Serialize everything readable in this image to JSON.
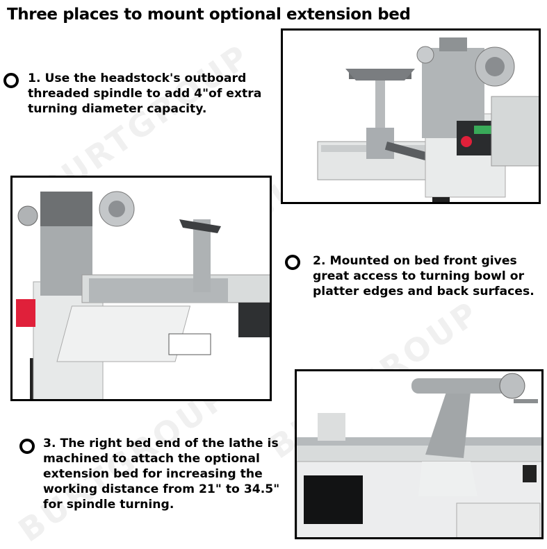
{
  "title": "Three places to mount optional extension bed",
  "points": [
    {
      "lines": [
        "1. Use the headstock's outboard",
        "threaded spindle to add 4\"of extra",
        "turning diameter capacity."
      ]
    },
    {
      "lines": [
        "2.  Mounted on bed front gives",
        "great access to turning bowl or",
        "platter edges and back surfaces."
      ]
    },
    {
      "lines": [
        "3.  The right bed end of the lathe is",
        "machined to attach the optional",
        "extension bed for increasing the",
        "working distance from 21\" to 34.5\"",
        "for spindle turning."
      ]
    }
  ],
  "watermark": "BURTGROUP",
  "colors": {
    "frame": "#000000",
    "machine_gray": "#a9adb0",
    "machine_light": "#e6e8e8",
    "accent_red": "#e0203a"
  }
}
